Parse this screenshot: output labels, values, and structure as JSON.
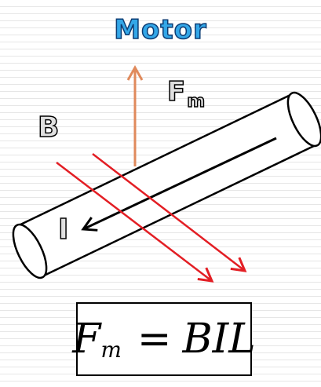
{
  "title": "Motor",
  "labels": {
    "force_main": "F",
    "force_sub": "m",
    "field": "B",
    "current": "I"
  },
  "formula": {
    "lhs_main": "F",
    "lhs_sub": "m",
    "equals": "=",
    "rhs": "BIL"
  },
  "colors": {
    "title_fill": "#33a7e8",
    "title_stroke": "#0d3d74",
    "force_arrow": "#e08a5c",
    "field_lines": "#e31e24",
    "wire": "#000000"
  }
}
